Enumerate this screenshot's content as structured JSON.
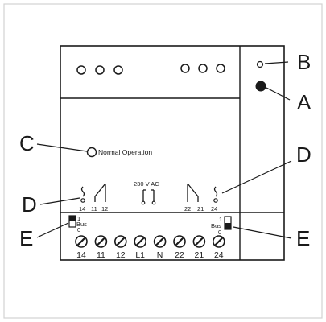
{
  "callouts": {
    "A": "A",
    "B": "B",
    "C": "C",
    "D_left": "D",
    "D_right": "D",
    "E_left": "E",
    "E_right": "E"
  },
  "indicator_label": "Normal Operation",
  "supply_label": "230 V AC",
  "left_relay": {
    "contacts": [
      "14",
      "11",
      "12"
    ]
  },
  "right_relay": {
    "contacts": [
      "22",
      "21",
      "24"
    ]
  },
  "bus_switch_left": {
    "label": "Bus",
    "on": "1",
    "off": "0"
  },
  "bus_switch_right": {
    "label": "Bus",
    "on": "1",
    "off": "0"
  },
  "terminals": [
    "14",
    "11",
    "12",
    "L1",
    "N",
    "22",
    "21",
    "24"
  ]
}
